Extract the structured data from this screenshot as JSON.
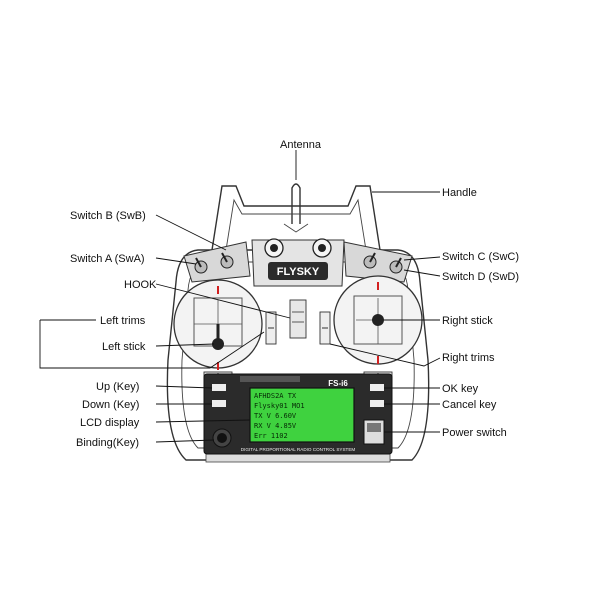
{
  "callouts": {
    "antenna": "Antenna",
    "handle": "Handle",
    "switch_b": "Switch B (SwB)",
    "switch_a": "Switch A (SwA)",
    "switch_c": "Switch C (SwC)",
    "switch_d": "Switch D (SwD)",
    "hook": "HOOK",
    "left_trims": "Left trims",
    "left_stick": "Left stick",
    "right_stick": "Right stick",
    "right_trims": "Right trims",
    "up_key": "Up (Key)",
    "down_key": "Down (Key)",
    "lcd_display": "LCD display",
    "binding_key": "Binding(Key)",
    "ok_key": "OK key",
    "cancel_key": "Cancel key",
    "power_switch": "Power switch"
  },
  "device": {
    "brand": "FLYSKY",
    "model": "FS-i6",
    "lcd_lines": [
      "AFHDS2A  TX",
      "Flysky01  MO1",
      "TX V 6.60V",
      "RX V 4.85V",
      "Err 1102"
    ],
    "bottom_text": "DIGITAL PROPORTIONAL RADIO CONTROL SYSTEM"
  },
  "colors": {
    "lcd": "#3fd23f",
    "panel": "#2b2b2b",
    "trim_mark": "#d22020"
  }
}
